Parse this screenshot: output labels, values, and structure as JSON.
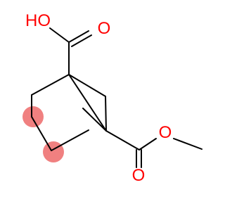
{
  "structure": {
    "atom_labels": {
      "hydroxyl": "HO",
      "carbonyl_oxygen_top": "O",
      "ester_oxygen": "O",
      "carbonyl_oxygen_bottom": "O"
    },
    "colors": {
      "oxygen_text": "#ff0000",
      "bond_line": "#000000",
      "highlight": "#f08080",
      "background": "#ffffff"
    },
    "highlighted_atoms": 2
  }
}
